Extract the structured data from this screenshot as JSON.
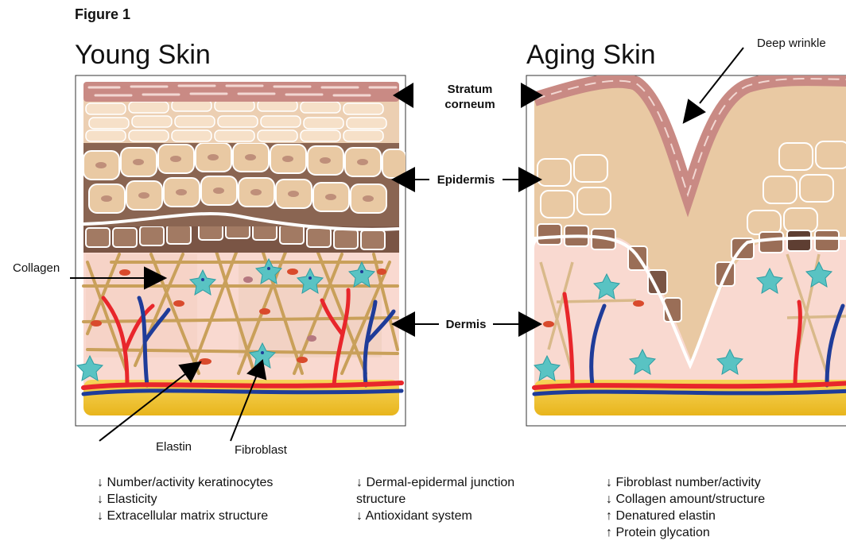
{
  "figure_label": "Figure 1",
  "panels": {
    "young": {
      "title": "Young Skin"
    },
    "aging": {
      "title": "Aging Skin"
    }
  },
  "layer_labels": {
    "stratum_corneum": [
      "Stratum",
      "corneum"
    ],
    "epidermis": "Epidermis",
    "dermis": "Dermis"
  },
  "callouts": {
    "collagen": "Collagen",
    "elastin": "Elastin",
    "fibroblast": "Fibroblast",
    "deep_wrinkle": "Deep wrinkle"
  },
  "notes": {
    "col1": [
      "↓ Number/activity keratinocytes",
      "↓ Elasticity",
      "↓ Extracellular matrix structure"
    ],
    "col2": [
      "↓ Dermal-epidermal junction",
      "structure",
      "↓ Antioxidant system"
    ],
    "col3": [
      "↓ Fibroblast number/activity",
      "↓ Collagen amount/structure",
      "↑ Denatured elastin",
      "↑ Protein glycation"
    ]
  },
  "colors": {
    "stratum_corneum": "#c98a84",
    "upper_epidermis": "#eccfb2",
    "epidermis_cells": "#e9c9a3",
    "basal_layer": "#9a6e57",
    "dermis": "#f9d9d0",
    "collagen_fibers": "#c9a05a",
    "elastin": "#d94a2c",
    "fibroblast": "#59c3c3",
    "artery": "#e8262b",
    "vein": "#1f3c99",
    "fat": "#f4c732"
  }
}
